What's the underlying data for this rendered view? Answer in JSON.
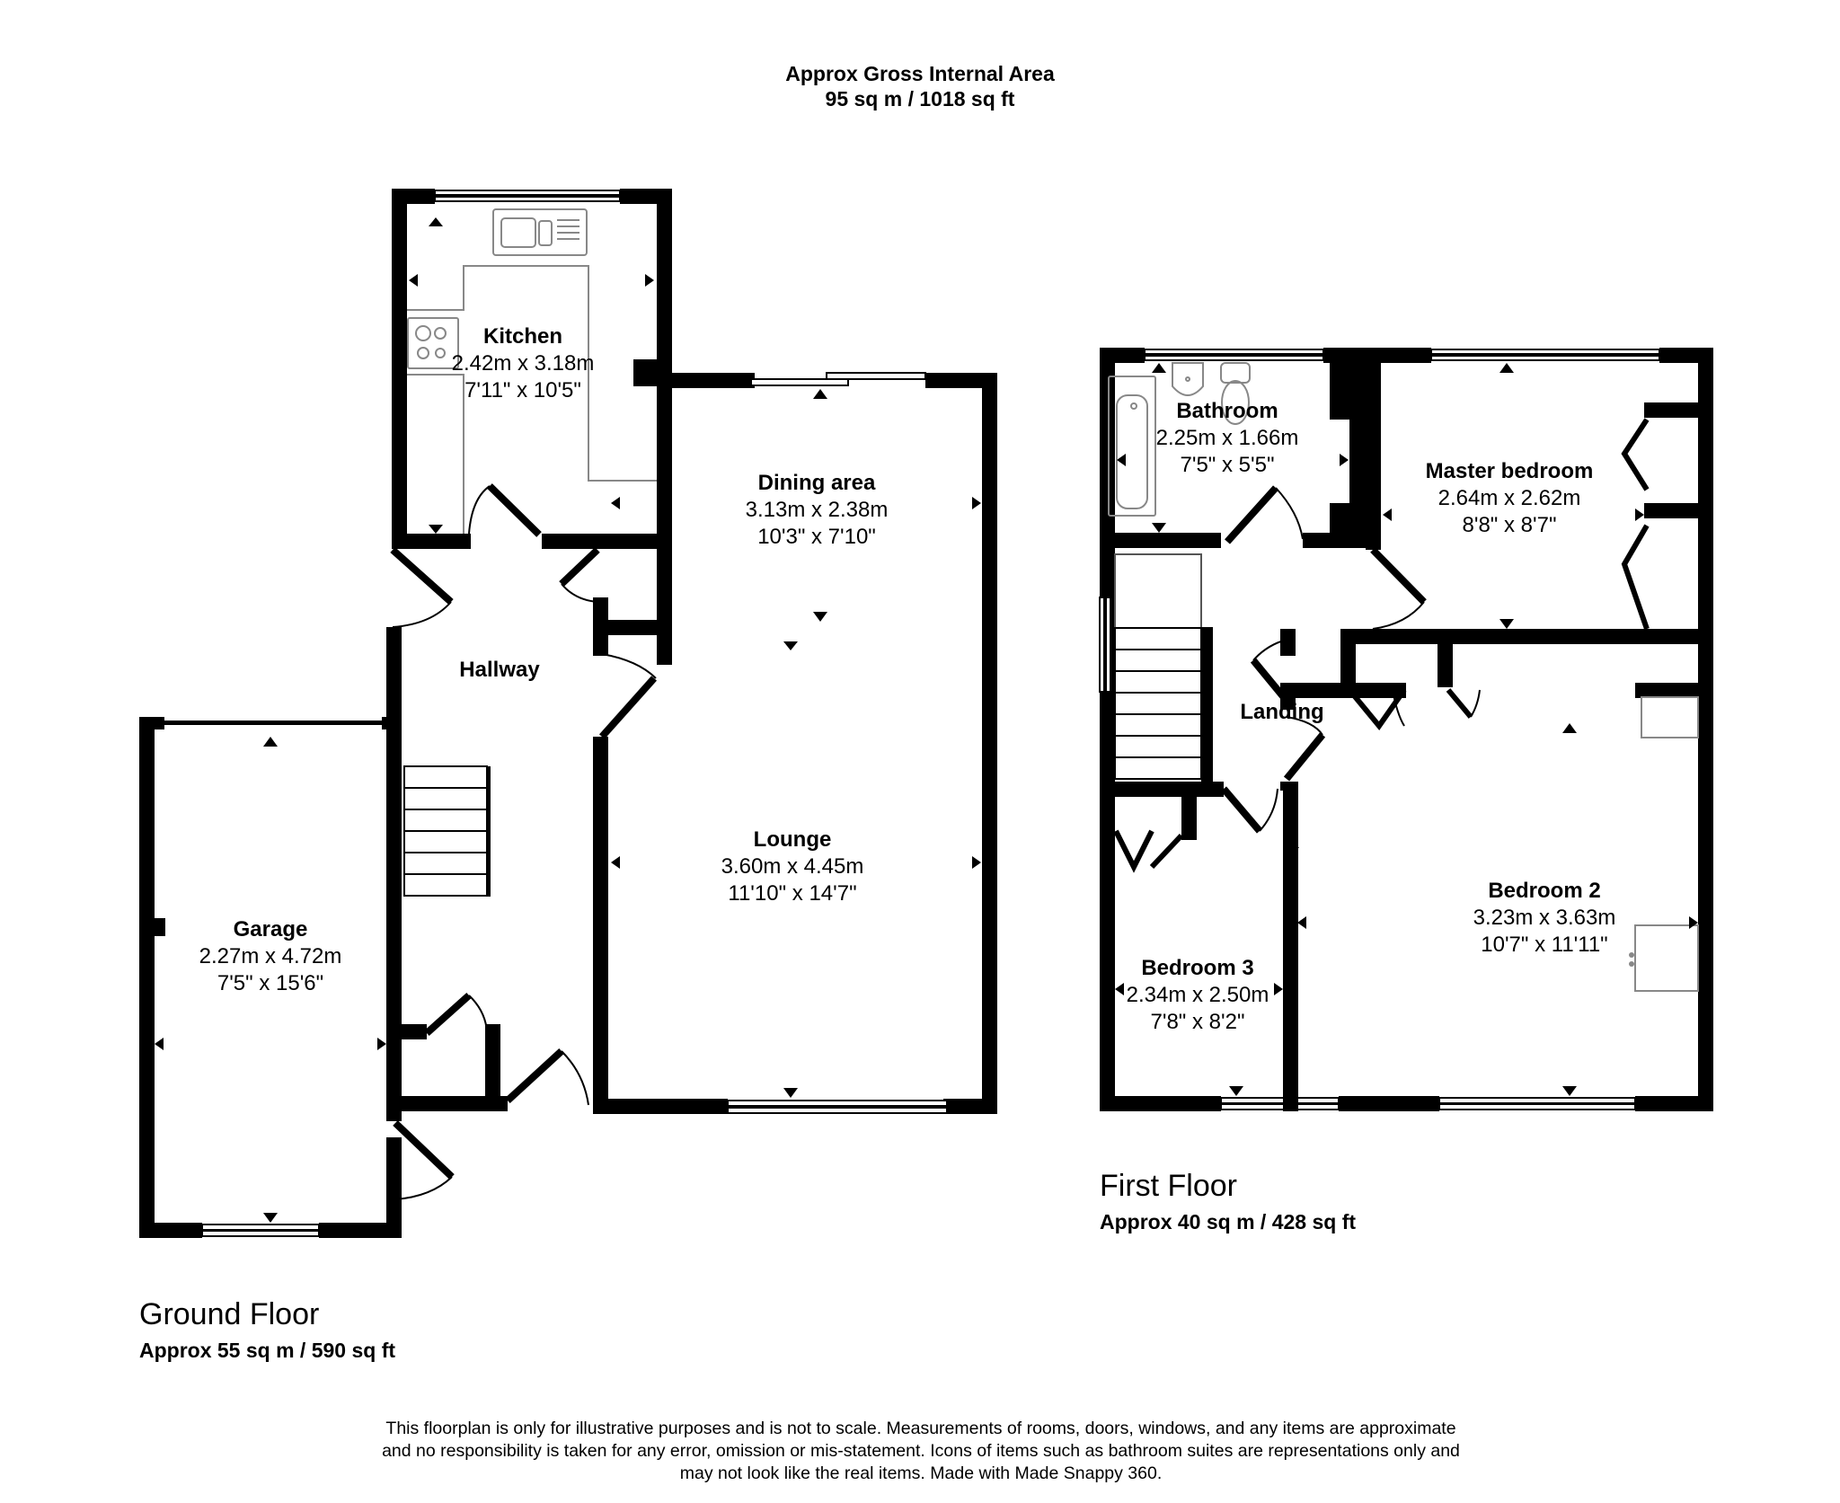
{
  "header": {
    "title": "Approx Gross Internal Area",
    "total_area": "95 sq m / 1018 sq ft"
  },
  "ground_floor": {
    "title": "Ground Floor",
    "area": "Approx 55 sq m / 590 sq ft",
    "rooms": {
      "kitchen": {
        "name": "Kitchen",
        "metric": "2.42m x 3.18m",
        "imperial": "7'11\" x 10'5\""
      },
      "dining": {
        "name": "Dining area",
        "metric": "3.13m x 2.38m",
        "imperial": "10'3\" x 7'10\""
      },
      "hallway": {
        "name": "Hallway"
      },
      "lounge": {
        "name": "Lounge",
        "metric": "3.60m x 4.45m",
        "imperial": "11'10\" x 14'7\""
      },
      "garage": {
        "name": "Garage",
        "metric": "2.27m x 4.72m",
        "imperial": "7'5\" x 15'6\""
      }
    }
  },
  "first_floor": {
    "title": "First Floor",
    "area": "Approx 40 sq m / 428 sq ft",
    "rooms": {
      "bathroom": {
        "name": "Bathroom",
        "metric": "2.25m x 1.66m",
        "imperial": "7'5\" x 5'5\""
      },
      "master": {
        "name": "Master bedroom",
        "metric": "2.64m x 2.62m",
        "imperial": "8'8\" x 8'7\""
      },
      "landing": {
        "name": "Landing"
      },
      "bedroom2": {
        "name": "Bedroom 2",
        "metric": "3.23m x 3.63m",
        "imperial": "10'7\" x 11'11\""
      },
      "bedroom3": {
        "name": "Bedroom 3",
        "metric": "2.34m x 2.50m",
        "imperial": "7'8\" x 8'2\""
      }
    }
  },
  "disclaimer": {
    "line1": "This floorplan is only for illustrative purposes and is not to scale. Measurements of rooms, doors, windows, and any items are approximate",
    "line2": "and no responsibility is taken for any error, omission or mis-statement. Icons of items such as bathroom suites are representations only and",
    "line3": "may not look like the real items. Made with Made Snappy 360."
  },
  "colors": {
    "wall": "#000000",
    "fixture": "#888888",
    "background": "#ffffff"
  }
}
